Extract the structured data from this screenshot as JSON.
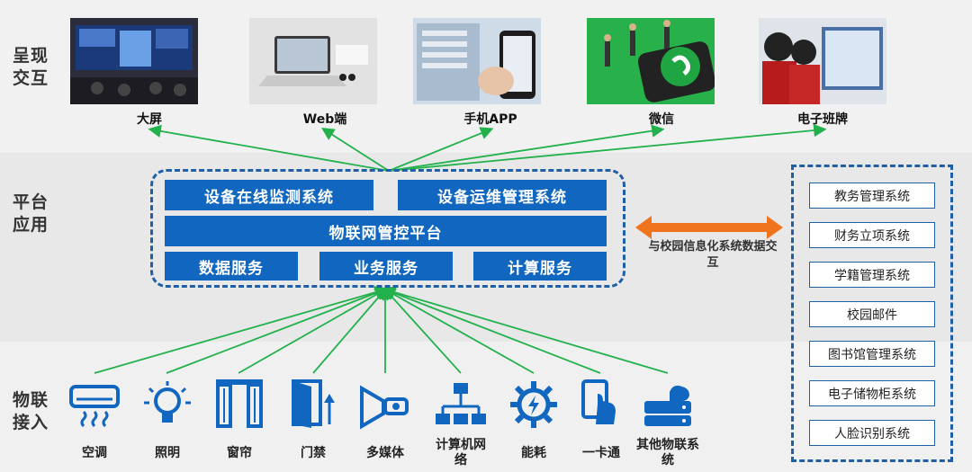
{
  "sections": {
    "presentation": "呈现交互",
    "platform": "平台应用",
    "iot_access": "物联接入"
  },
  "presentation_items": [
    "大屏",
    "Web端",
    "手机APP",
    "微信",
    "电子班牌"
  ],
  "platform": {
    "top_left": "设备在线监测系统",
    "top_right": "设备运维管理系统",
    "middle": "物联网管控平台",
    "services": [
      "数据服务",
      "业务服务",
      "计算服务"
    ]
  },
  "exchange_label": "与校园信息化系统数据交互",
  "campus_systems": [
    "教务管理系统",
    "财务立项系统",
    "学籍管理系统",
    "校园邮件",
    "图书馆管理系统",
    "电子储物柜系统",
    "人脸识别系统"
  ],
  "devices": [
    "空调",
    "照明",
    "窗帘",
    "门禁",
    "多媒体",
    "计算机网络",
    "能耗",
    "一卡通",
    "其他物联系统"
  ],
  "colors": {
    "accent_blue": "#1167c0",
    "line_green": "#22b14c",
    "arrow_orange": "#f0731e",
    "dash_blue": "#1f5fa6"
  }
}
